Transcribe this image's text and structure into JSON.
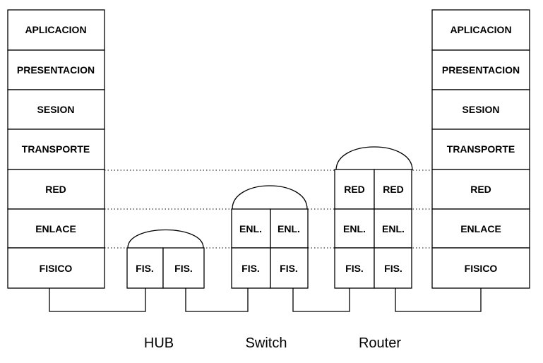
{
  "left_stack": {
    "layers": [
      "APLICACION",
      "PRESENTACION",
      "SESION",
      "TRANSPORTE",
      "RED",
      "ENLACE",
      "FISICO"
    ]
  },
  "right_stack": {
    "layers": [
      "APLICACION",
      "PRESENTACION",
      "SESION",
      "TRANSPORTE",
      "RED",
      "ENLACE",
      "FISICO"
    ]
  },
  "hub": {
    "name": "HUB",
    "rows": [
      [
        "FIS.",
        "FIS."
      ]
    ]
  },
  "switch": {
    "name": "Switch",
    "rows": [
      [
        "ENL.",
        "ENL."
      ],
      [
        "FIS.",
        "FIS."
      ]
    ]
  },
  "router": {
    "name": "Router",
    "rows": [
      [
        "RED",
        "RED"
      ],
      [
        "ENL.",
        "ENL."
      ],
      [
        "FIS.",
        "FIS."
      ]
    ]
  }
}
